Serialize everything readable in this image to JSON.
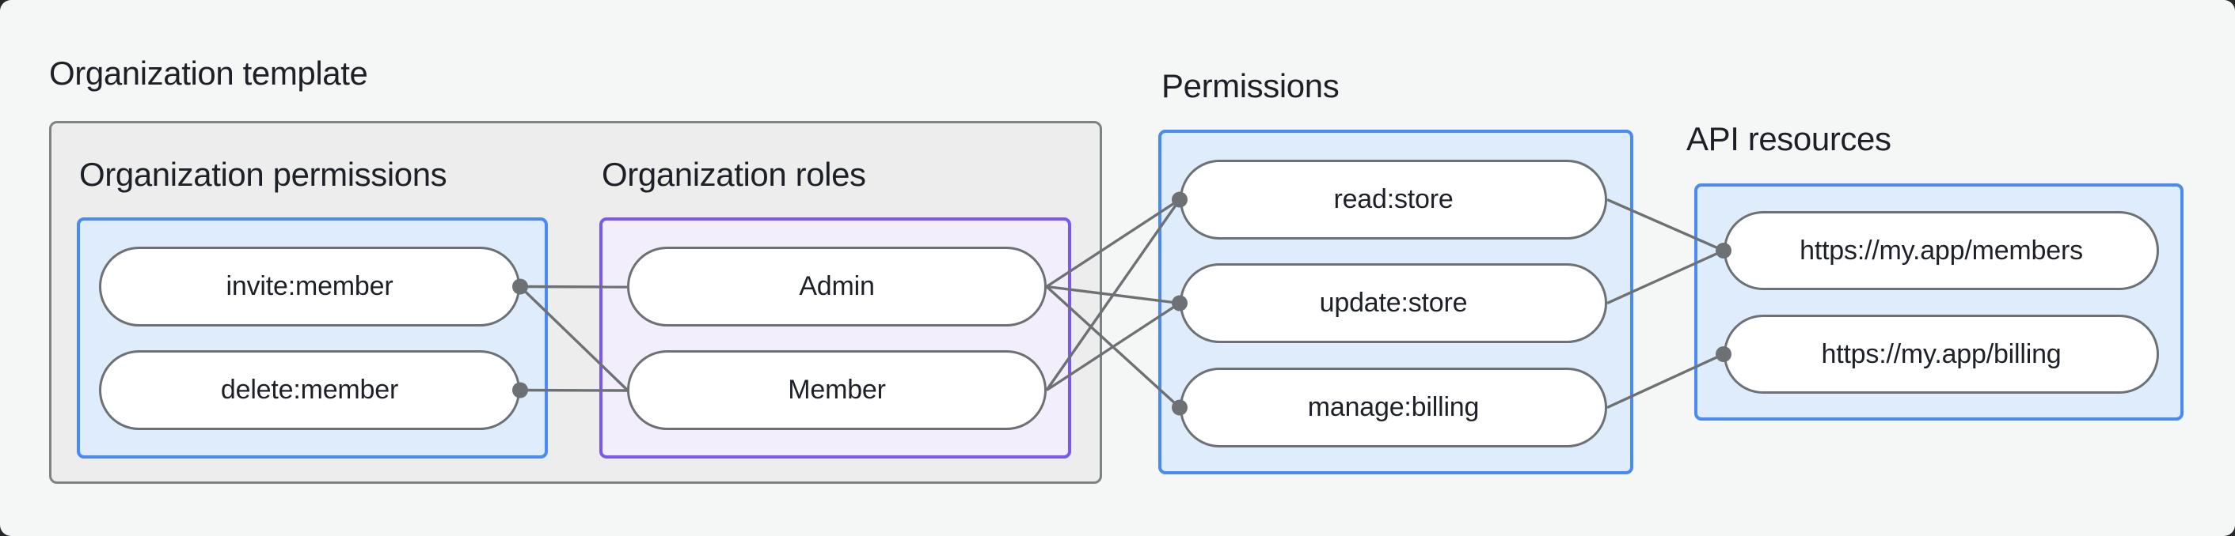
{
  "labels": {
    "org_template": "Organization template",
    "org_permissions": "Organization permissions",
    "org_roles": "Organization roles",
    "permissions": "Permissions",
    "api_resources": "API resources"
  },
  "nodes": {
    "org_permissions": [
      "invite:member",
      "delete:member"
    ],
    "org_roles": [
      "Admin",
      "Member"
    ],
    "permissions": [
      "read:store",
      "update:store",
      "manage:billing"
    ],
    "api_resources": [
      "https://my.app/members",
      "https://my.app/billing"
    ]
  },
  "edges": [
    {
      "from": "invite:member",
      "to": "Admin"
    },
    {
      "from": "invite:member",
      "to": "Member"
    },
    {
      "from": "delete:member",
      "to": "Member"
    },
    {
      "from": "Admin",
      "to": "read:store"
    },
    {
      "from": "Admin",
      "to": "update:store"
    },
    {
      "from": "Admin",
      "to": "manage:billing"
    },
    {
      "from": "Member",
      "to": "read:store"
    },
    {
      "from": "Member",
      "to": "update:store"
    },
    {
      "from": "read:store",
      "to": "https://my.app/members"
    },
    {
      "from": "update:store",
      "to": "https://my.app/members"
    },
    {
      "from": "manage:billing",
      "to": "https://my.app/billing"
    }
  ],
  "colors": {
    "page_bg": "#f5f7f7",
    "gray_box_fill": "#ededee",
    "gray_box_border": "#7d8284",
    "blue_box_fill": "#dfecfb",
    "blue_box_border": "#4a8af4",
    "purple_box_fill": "#f2eefb",
    "purple_box_border": "#7b57f3",
    "pill_fill": "#ffffff",
    "pill_border": "#6d7174",
    "edge_color": "#6d7174",
    "text_color": "#1d2127"
  }
}
